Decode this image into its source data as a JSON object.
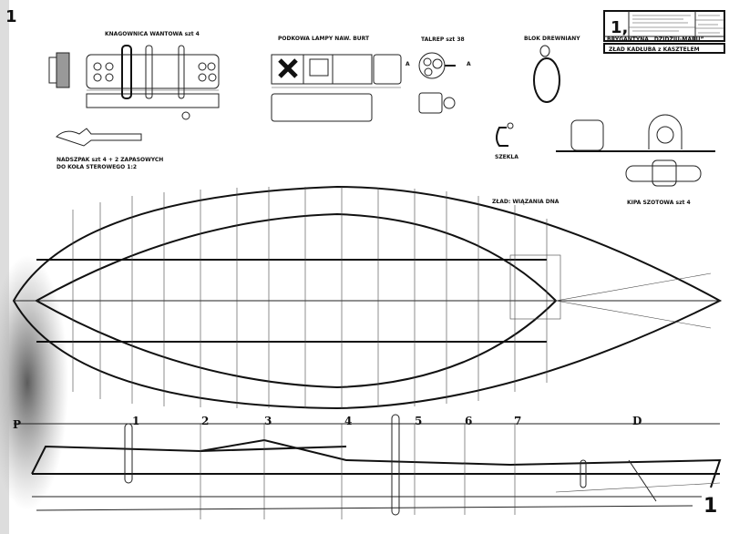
{
  "sheet": {
    "corner_number_top": "1",
    "corner_number_bottom": "1"
  },
  "title_block": {
    "sheet_number": "1,",
    "ship_name": "BRYGANTYNA „DZIDZIU-MARU”",
    "drawing_title": "ZŁAD KADŁUBA z KASZTELEM"
  },
  "details": {
    "knagownica": "KNAGOWNICA WANTOWA szt 4",
    "podkowa": "PODKOWA LAMPY NAW. BURT",
    "talrep": "TALREP szt 38",
    "blok": "BLOK DREWNIANY",
    "szekla": "SZEKLA",
    "nadszpak_1": "NADSZPAK szt 4 + 2 ZAPASOWYCH",
    "nadszpak_2": "DO KOŁA STEROWEGO 1:2",
    "zlad": "ZŁAD: WIĄZANIA DNA",
    "kipa": "KIPA SZOTOWA szt 4",
    "section_mark": "A"
  },
  "stations": [
    "P",
    "1",
    "2",
    "3",
    "4",
    "5",
    "6",
    "7",
    "D"
  ]
}
